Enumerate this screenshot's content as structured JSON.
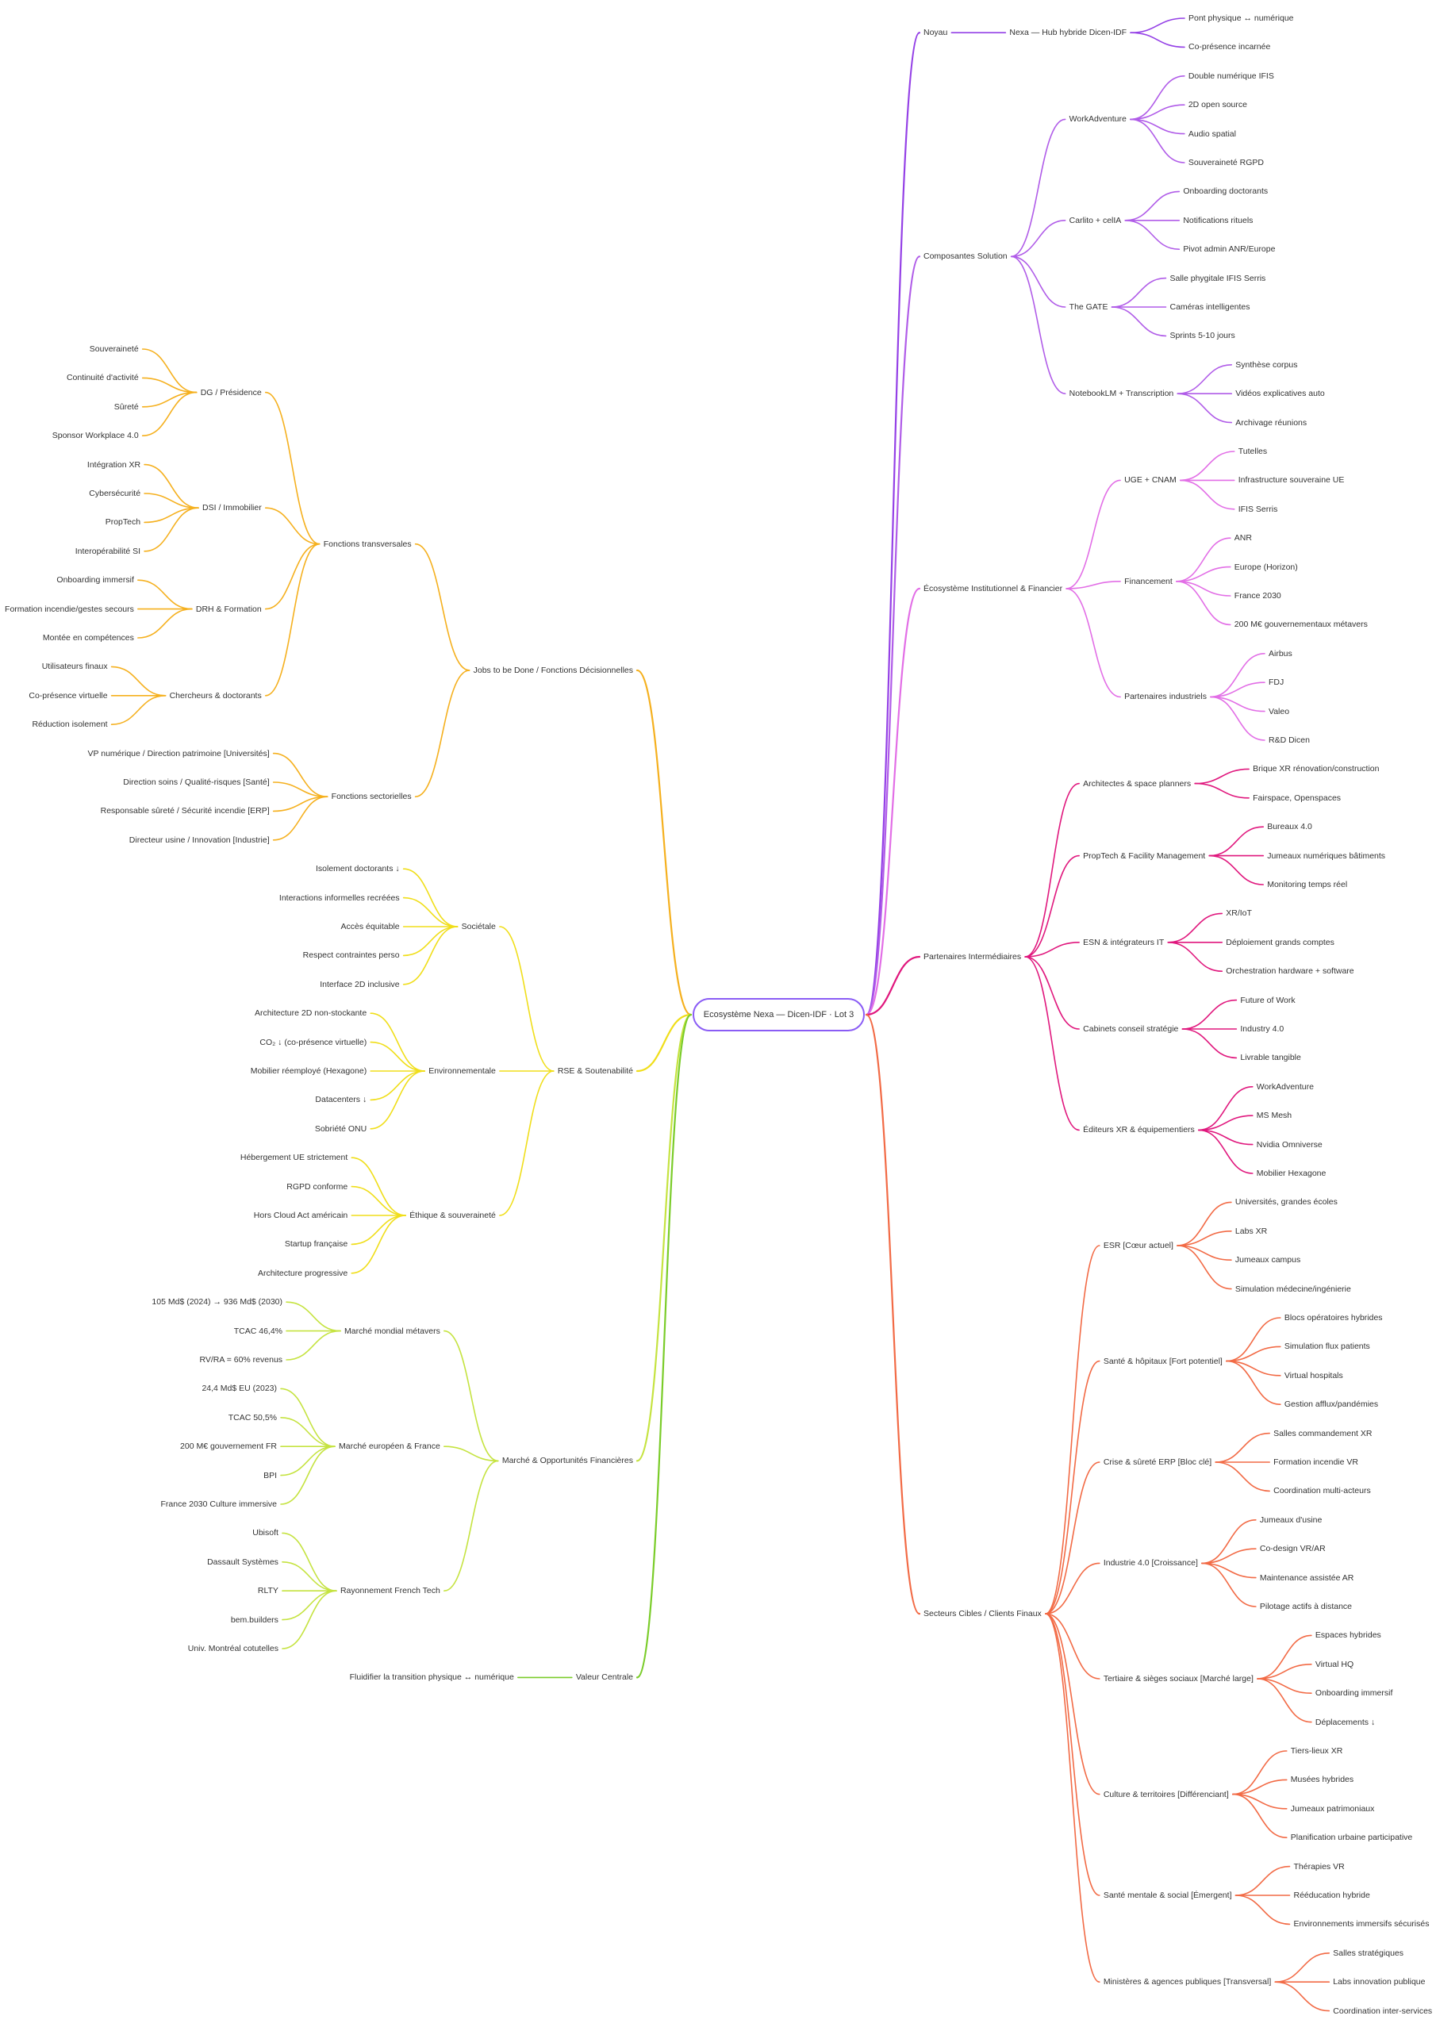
{
  "title": "Ecosystème Nexa — Dicen-IDF · Lot 3",
  "root_color": "#8a5cf5",
  "right": [
    {
      "label": "Noyau",
      "color": "#9440e6",
      "children": [
        {
          "label": "Nexa — Hub hybride Dicen-IDF",
          "children": [
            {
              "label": "Pont physique ↔ numérique"
            },
            {
              "label": "Co-présence incarnée"
            }
          ]
        }
      ]
    },
    {
      "label": "Composantes Solution",
      "color": "#b05ce8",
      "children": [
        {
          "label": "WorkAdventure",
          "children": [
            {
              "label": "Double numérique IFIS"
            },
            {
              "label": "2D open source"
            },
            {
              "label": "Audio spatial"
            },
            {
              "label": "Souveraineté RGPD"
            }
          ]
        },
        {
          "label": "Carlito + celIA",
          "children": [
            {
              "label": "Onboarding doctorants"
            },
            {
              "label": "Notifications rituels"
            },
            {
              "label": "Pivot admin ANR/Europe"
            }
          ]
        },
        {
          "label": "The GATE",
          "children": [
            {
              "label": "Salle phygitale IFIS Serris"
            },
            {
              "label": "Caméras intelligentes"
            },
            {
              "label": "Sprints 5-10 jours"
            }
          ]
        },
        {
          "label": "NotebookLM + Transcription",
          "children": [
            {
              "label": "Synthèse corpus"
            },
            {
              "label": "Vidéos explicatives auto"
            },
            {
              "label": "Archivage réunions"
            }
          ]
        }
      ]
    },
    {
      "label": "Écosystème Institutionnel & Financier",
      "color": "#e26ee6",
      "children": [
        {
          "label": "UGE + CNAM",
          "children": [
            {
              "label": "Tutelles"
            },
            {
              "label": "Infrastructure souveraine UE"
            },
            {
              "label": "IFIS Serris"
            }
          ]
        },
        {
          "label": "Financement",
          "children": [
            {
              "label": "ANR"
            },
            {
              "label": "Europe (Horizon)"
            },
            {
              "label": "France 2030"
            },
            {
              "label": "200 M€ gouvernementaux métavers"
            }
          ]
        },
        {
          "label": "Partenaires industriels",
          "children": [
            {
              "label": "Airbus"
            },
            {
              "label": "FDJ"
            },
            {
              "label": "Valeo"
            },
            {
              "label": "R&D Dicen"
            }
          ]
        }
      ]
    },
    {
      "label": "Partenaires Intermédiaires",
      "color": "#e0177d",
      "children": [
        {
          "label": "Architectes & space planners",
          "children": [
            {
              "label": "Brique XR rénovation/construction"
            },
            {
              "label": "Fairspace, Openspaces"
            }
          ]
        },
        {
          "label": "PropTech & Facility Management",
          "children": [
            {
              "label": "Bureaux 4.0"
            },
            {
              "label": "Jumeaux numériques bâtiments"
            },
            {
              "label": "Monitoring temps réel"
            }
          ]
        },
        {
          "label": "ESN & intégrateurs IT",
          "children": [
            {
              "label": "XR/IoT"
            },
            {
              "label": "Déploiement grands comptes"
            },
            {
              "label": "Orchestration hardware + software"
            }
          ]
        },
        {
          "label": "Cabinets conseil stratégie",
          "children": [
            {
              "label": "Future of Work"
            },
            {
              "label": "Industry 4.0"
            },
            {
              "label": "Livrable tangible"
            }
          ]
        },
        {
          "label": "Éditeurs XR & équipementiers",
          "children": [
            {
              "label": "WorkAdventure"
            },
            {
              "label": "MS Mesh"
            },
            {
              "label": "Nvidia Omniverse"
            },
            {
              "label": "Mobilier Hexagone"
            }
          ]
        }
      ]
    },
    {
      "label": "Secteurs Cibles / Clients Finaux",
      "color": "#f26a45",
      "children": [
        {
          "label": "ESR [Cœur actuel]",
          "children": [
            {
              "label": "Universités, grandes écoles"
            },
            {
              "label": "Labs XR"
            },
            {
              "label": "Jumeaux campus"
            },
            {
              "label": "Simulation médecine/ingénierie"
            }
          ]
        },
        {
          "label": "Santé & hôpitaux [Fort potentiel]",
          "children": [
            {
              "label": "Blocs opératoires hybrides"
            },
            {
              "label": "Simulation flux patients"
            },
            {
              "label": "Virtual hospitals"
            },
            {
              "label": "Gestion afflux/pandémies"
            }
          ]
        },
        {
          "label": "Crise & sûreté ERP [Bloc clé]",
          "children": [
            {
              "label": "Salles commandement XR"
            },
            {
              "label": "Formation incendie VR"
            },
            {
              "label": "Coordination multi-acteurs"
            }
          ]
        },
        {
          "label": "Industrie 4.0 [Croissance]",
          "children": [
            {
              "label": "Jumeaux d'usine"
            },
            {
              "label": "Co-design VR/AR"
            },
            {
              "label": "Maintenance assistée AR"
            },
            {
              "label": "Pilotage actifs à distance"
            }
          ]
        },
        {
          "label": "Tertiaire & sièges sociaux [Marché large]",
          "children": [
            {
              "label": "Espaces hybrides"
            },
            {
              "label": "Virtual HQ"
            },
            {
              "label": "Onboarding immersif"
            },
            {
              "label": "Déplacements ↓"
            }
          ]
        },
        {
          "label": "Culture & territoires [Différenciant]",
          "children": [
            {
              "label": "Tiers-lieux XR"
            },
            {
              "label": "Musées hybrides"
            },
            {
              "label": "Jumeaux patrimoniaux"
            },
            {
              "label": "Planification urbaine participative"
            }
          ]
        },
        {
          "label": "Santé mentale & social [Émergent]",
          "children": [
            {
              "label": "Thérapies VR"
            },
            {
              "label": "Rééducation hybride"
            },
            {
              "label": "Environnements immersifs sécurisés"
            }
          ]
        },
        {
          "label": "Ministères & agences publiques [Transversal]",
          "children": [
            {
              "label": "Salles stratégiques"
            },
            {
              "label": "Labs innovation publique"
            },
            {
              "label": "Coordination inter-services"
            }
          ]
        }
      ]
    }
  ],
  "left": [
    {
      "label": "Jobs to be Done / Fonctions Décisionnelles",
      "color": "#f5b01e",
      "children": [
        {
          "label": "Fonctions transversales",
          "children": [
            {
              "label": "DG / Présidence",
              "children": [
                {
                  "label": "Souveraineté"
                },
                {
                  "label": "Continuité d'activité"
                },
                {
                  "label": "Sûreté"
                },
                {
                  "label": "Sponsor Workplace 4.0"
                }
              ]
            },
            {
              "label": "DSI / Immobilier",
              "children": [
                {
                  "label": "Intégration XR"
                },
                {
                  "label": "Cybersécurité"
                },
                {
                  "label": "PropTech"
                },
                {
                  "label": "Interopérabilité SI"
                }
              ]
            },
            {
              "label": "DRH & Formation",
              "children": [
                {
                  "label": "Onboarding immersif"
                },
                {
                  "label": "Formation incendie/gestes secours"
                },
                {
                  "label": "Montée en compétences"
                }
              ]
            },
            {
              "label": "Chercheurs & doctorants",
              "children": [
                {
                  "label": "Utilisateurs finaux"
                },
                {
                  "label": "Co-présence virtuelle"
                },
                {
                  "label": "Réduction isolement"
                }
              ]
            }
          ]
        },
        {
          "label": "Fonctions sectorielles",
          "children": [
            {
              "label": "VP numérique / Direction patrimoine [Universités]"
            },
            {
              "label": "Direction soins / Qualité-risques [Santé]"
            },
            {
              "label": "Responsable sûreté / Sécurité incendie [ERP]"
            },
            {
              "label": "Directeur usine / Innovation [Industrie]"
            }
          ]
        }
      ]
    },
    {
      "label": "RSE & Soutenabilité",
      "color": "#f0de1a",
      "children": [
        {
          "label": "Sociétale",
          "children": [
            {
              "label": "Isolement doctorants ↓"
            },
            {
              "label": "Interactions informelles recréées"
            },
            {
              "label": "Accès équitable"
            },
            {
              "label": "Respect contraintes perso"
            },
            {
              "label": "Interface 2D inclusive"
            }
          ]
        },
        {
          "label": "Environnementale",
          "children": [
            {
              "label": "Architecture 2D non-stockante"
            },
            {
              "label": "CO₂ ↓ (co-présence virtuelle)"
            },
            {
              "label": "Mobilier réemployé (Hexagone)"
            },
            {
              "label": "Datacenters ↓"
            },
            {
              "label": "Sobriété ONU"
            }
          ]
        },
        {
          "label": "Éthique & souveraineté",
          "children": [
            {
              "label": "Hébergement UE strictement"
            },
            {
              "label": "RGPD conforme"
            },
            {
              "label": "Hors Cloud Act américain"
            },
            {
              "label": "Startup française"
            },
            {
              "label": "Architecture progressive"
            }
          ]
        }
      ]
    },
    {
      "label": "Marché & Opportunités Financières",
      "color": "#c5e340",
      "children": [
        {
          "label": "Marché mondial métavers",
          "children": [
            {
              "label": "105 Md$ (2024) → 936 Md$ (2030)"
            },
            {
              "label": "TCAC 46,4%"
            },
            {
              "label": "RV/RA = 60% revenus"
            }
          ]
        },
        {
          "label": "Marché européen & France",
          "children": [
            {
              "label": "24,4 Md$ EU (2023)"
            },
            {
              "label": "TCAC 50,5%"
            },
            {
              "label": "200 M€ gouvernement FR"
            },
            {
              "label": "BPI"
            },
            {
              "label": "France 2030 Culture immersive"
            }
          ]
        },
        {
          "label": "Rayonnement French Tech",
          "children": [
            {
              "label": "Ubisoft"
            },
            {
              "label": "Dassault Systèmes"
            },
            {
              "label": "RLTY"
            },
            {
              "label": "bem.builders"
            },
            {
              "label": "Univ. Montréal cotutelles"
            }
          ]
        }
      ]
    },
    {
      "label": "Valeur Centrale",
      "color": "#7acc29",
      "children": [
        {
          "label": "Fluidifier la transition physique ↔ numérique"
        }
      ]
    }
  ]
}
